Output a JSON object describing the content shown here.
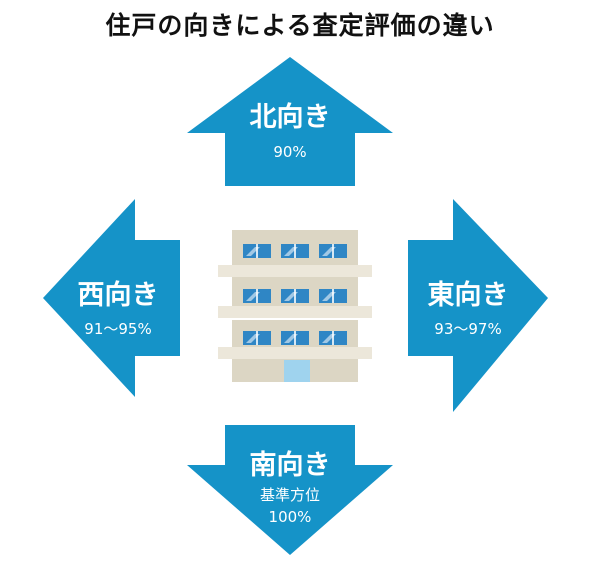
{
  "title": "住戸の向きによる査定評価の違い",
  "colors": {
    "arrow": "#1593c8",
    "text": "#ffffff",
    "wall": "#dcd6c4",
    "band": "#ece7da",
    "window": "#2f86c5",
    "door": "#9fd3ee"
  },
  "directions": {
    "north": {
      "label": "北向き",
      "value": "90%"
    },
    "west": {
      "label": "西向き",
      "value": "91～95%"
    },
    "east": {
      "label": "東向き",
      "value": "93～97%"
    },
    "south": {
      "label": "南向き",
      "note": "基準方位",
      "value": "100%"
    }
  },
  "icons": {
    "center": "apartment-building-icon"
  }
}
